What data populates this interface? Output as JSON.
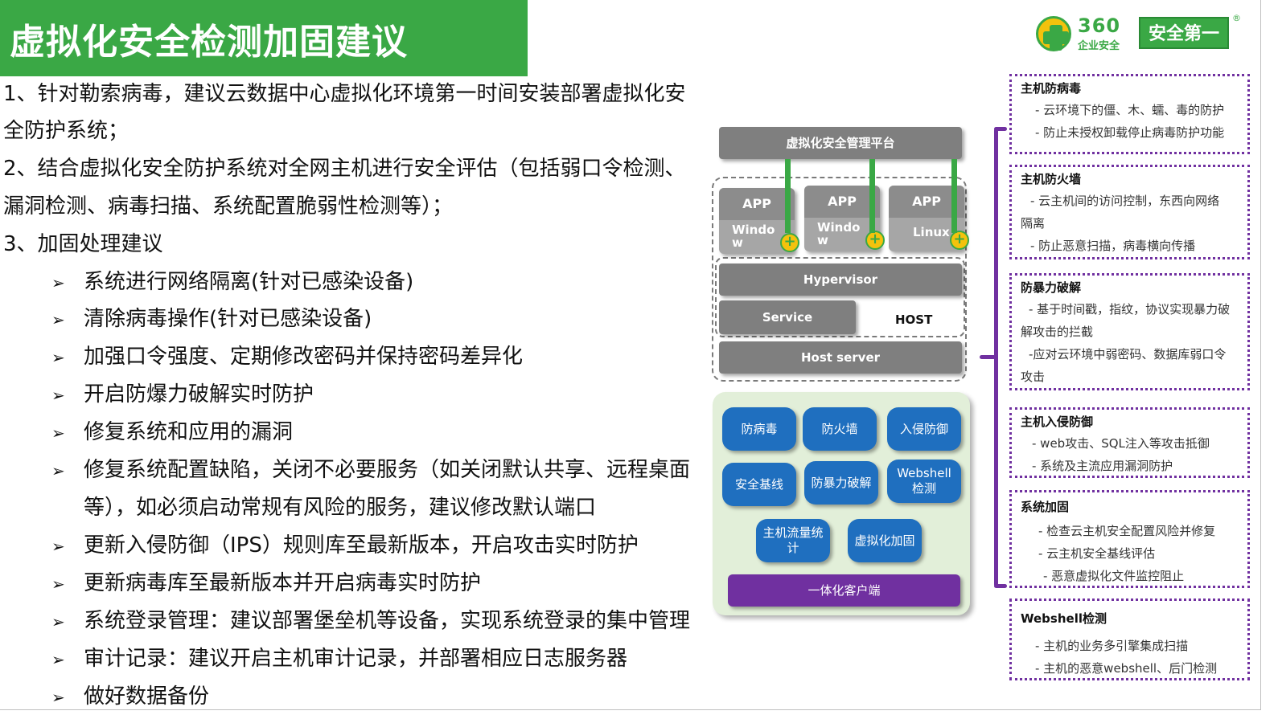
{
  "title": "虚拟化安全检测加固建议",
  "logo": {
    "num": "360",
    "sub": "企业安全",
    "slogan": "安全第一",
    "reg": "®"
  },
  "paragraphs": [
    "1、针对勒索病毒，建议云数据中心虚拟化环境第一时间安装部署虚拟化安",
    "全防护系统；",
    "2、结合虚拟化安全防护系统对全网主机进行安全评估（包括弱口令检测、",
    "漏洞检测、病毒扫描、系统配置脆弱性检测等）；",
    "3、加固处理建议"
  ],
  "bullets": [
    "系统进行网络隔离(针对已感染设备)",
    "清除病毒操作(针对已感染设备)",
    "加强口令强度、定期修改密码并保持密码差异化",
    "开启防爆力破解实时防护",
    "修复系统和应用的漏洞",
    "修复系统配置缺陷，关闭不必要服务（如关闭默认共享、远程桌面",
    "等），如必须启动常规有风险的服务，建议修改默认端口",
    "更新入侵防御（IPS）规则库至最新版本，开启攻击实时防护",
    "更新病毒库至最新版本并开启病毒实时防护",
    "系统登录管理：建议部署堡垒机等设备，实现系统登录的集中管理",
    "审计记录：建议开启主机审计记录，并部署相应日志服务器",
    "做好数据备份"
  ],
  "bullet_arrow": "➢",
  "diagram": {
    "platform": "虚拟化安全管理平台",
    "vms": [
      {
        "app": "APP",
        "os1": "Windo",
        "os2": "w"
      },
      {
        "app": "APP",
        "os1": "Windo",
        "os2": "w"
      },
      {
        "app": "APP",
        "os1": "Linux",
        "os2": ""
      }
    ],
    "plus": "+",
    "hypervisor": "Hypervisor",
    "service": "Service",
    "host": "HOST",
    "host_server": "Host server",
    "modules": [
      "防病毒",
      "防火墙",
      "入侵防御",
      "安全基线",
      "防暴力破解",
      "Webshell检测",
      "主机流量统计",
      "虚拟化加固"
    ],
    "client": "一体化客户端"
  },
  "features": [
    {
      "title": "主机防病毒",
      "lines": [
        "- 云环境下的僵、木、蠕、毒的防护",
        "- 防止未授权卸载停止病毒防护功能"
      ]
    },
    {
      "title": "主机防火墙",
      "lines": [
        "- 云主机间的访问控制，东西向网络",
        "隔离",
        "- 防止恶意扫描，病毒横向传播"
      ]
    },
    {
      "title": "防暴力破解",
      "lines": [
        "- 基于时间戳，指纹，协议实现暴力破",
        "解攻击的拦截",
        "-应对云环境中弱密码、数据库弱口令",
        "攻击"
      ]
    },
    {
      "title": "主机入侵防御",
      "lines": [
        "- web攻击、SQL注入等攻击抵御",
        "- 系统及主流应用漏洞防护"
      ]
    },
    {
      "title": "系统加固",
      "lines": [
        "- 检查云主机安全配置风险并修复",
        "- 云主机安全基线评估",
        "- 恶意虚拟化文件监控阻止"
      ]
    },
    {
      "title": "Webshell检测",
      "lines": [
        "- 主机的业务多引擎集成扫描",
        "- 主机的恶意webshell、后门检测"
      ]
    }
  ]
}
